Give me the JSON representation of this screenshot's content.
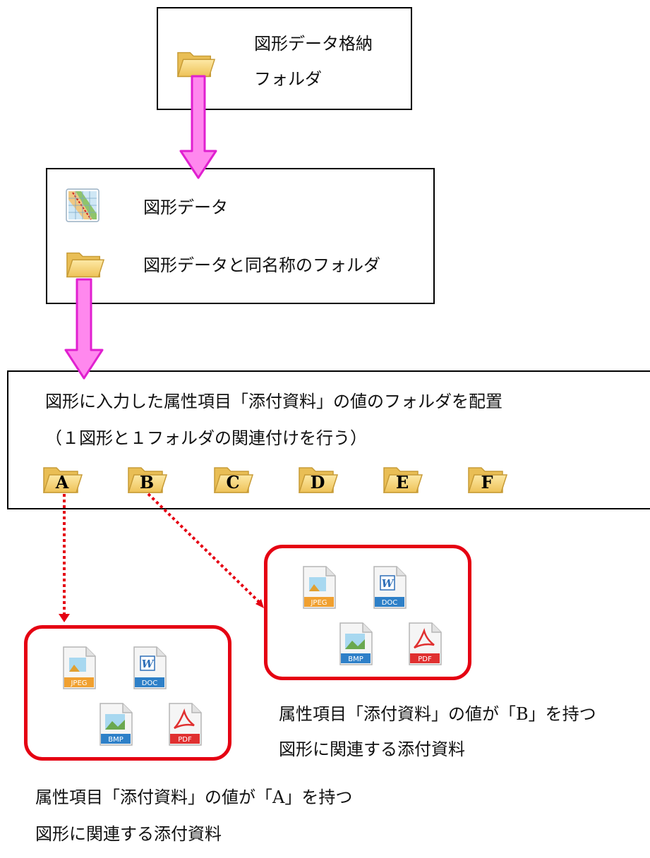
{
  "top_box": {
    "line1": "図形データ格納",
    "line2": "フォルダ",
    "folder_icon": "folder-icon"
  },
  "mid_box": {
    "row1": "図形データ",
    "row2": "図形データと同名称のフォルダ",
    "map_icon": "map-data-icon",
    "folder_icon": "folder-icon"
  },
  "bottom_box": {
    "line1": "図形に入力した属性項目「添付資料」の値のフォルダを配置",
    "line2": "（１図形と１フォルダの関連付けを行う）",
    "folders": [
      "A",
      "B",
      "C",
      "D",
      "E",
      "F"
    ]
  },
  "file_types": {
    "jpeg": "JPEG",
    "doc": "DOC",
    "bmp": "BMP",
    "pdf": "PDF",
    "word_glyph": "W"
  },
  "caption_a": {
    "line1": "属性項目「添付資料」の値が「A」を持つ",
    "line2": "図形に関連する添付資料"
  },
  "caption_b": {
    "line1": "属性項目「添付資料」の値が「B」を持つ",
    "line2": "図形に関連する添付資料"
  },
  "colors": {
    "arrow_fill": "#ff88ee",
    "arrow_stroke": "#e020d0",
    "dotted_red": "#e50012",
    "group_border": "#e50012",
    "folder": "#f8d677"
  }
}
